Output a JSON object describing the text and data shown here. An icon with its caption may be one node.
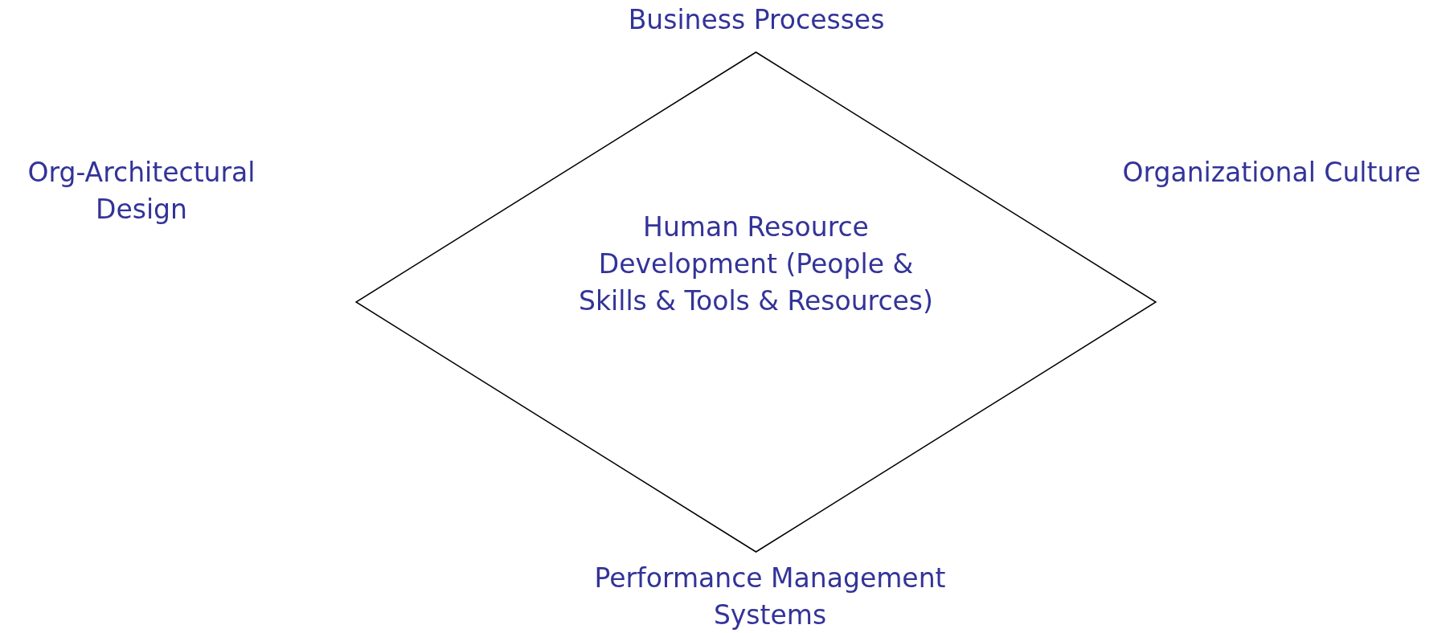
{
  "diagram": {
    "nodes": [
      {
        "text": [
          "Human Resource Development (People & Skills & Tools & Resources)"
        ]
      }
    ],
    "labels": [
      "Business Processes",
      "Org-Architectural Design",
      "Organizational Culture",
      "Performance Management Systems"
    ]
  }
}
